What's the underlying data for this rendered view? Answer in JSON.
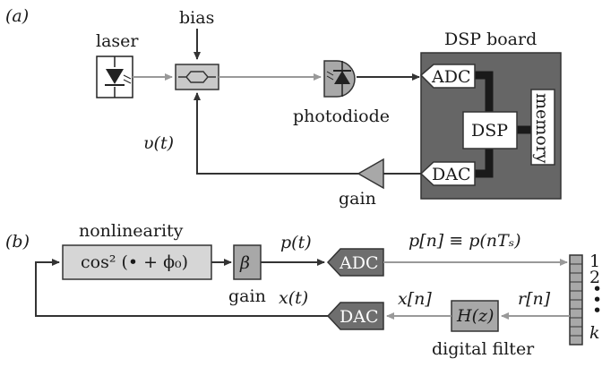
{
  "panel_a": {
    "label": "(a)",
    "laser_label": "laser",
    "bias_label": "bias",
    "photodiode_label": "photodiode",
    "board_title": "DSP board",
    "adc_label": "ADC",
    "dac_label": "DAC",
    "dsp_label": "DSP",
    "memory_label": "memory",
    "feedback_label": "υ(t)",
    "gain_label": "gain"
  },
  "panel_b": {
    "label": "(b)",
    "nonlinearity_title": "nonlinearity",
    "nonlinearity_expr": "cos² (• + ϕ₀)",
    "beta_label": "β",
    "gain_label": "gain",
    "p_t_label": "p(t)",
    "adc_label": "ADC",
    "sample_eq": "p[n] ≡ p(nTₛ)",
    "memory_indices": [
      "1",
      "2",
      "•",
      "•",
      "•",
      "k"
    ],
    "r_label": "r[n]",
    "filter_label": "H(z)",
    "filter_caption": "digital filter",
    "x_n_label": "x[n]",
    "dac_label": "DAC",
    "x_t_label": "x(t)"
  },
  "colors": {
    "board": "#666666",
    "dark_box": "#6e6e6e",
    "light_box": "#d6d6d6",
    "mid_box": "#a8a8a8",
    "optical_line": "#999999",
    "electrical_line": "#333333",
    "bus": "#1a1a1a"
  }
}
